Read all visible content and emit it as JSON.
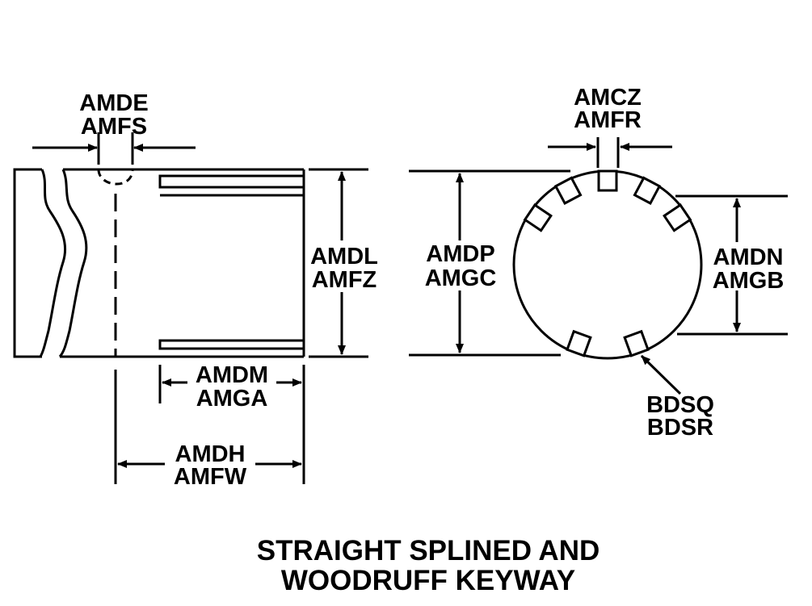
{
  "colors": {
    "ink": "#000000",
    "background": "#ffffff"
  },
  "side_view": {
    "keyway_width": {
      "line1": "AMDE",
      "line2": "AMFS"
    },
    "shaft_diameter": {
      "line1": "AMDL",
      "line2": "AMFZ"
    },
    "spline_length": {
      "line1": "AMDM",
      "line2": "AMGA"
    },
    "keyway_location": {
      "line1": "AMDH",
      "line2": "AMFW"
    }
  },
  "end_view": {
    "spline_width": {
      "line1": "AMCZ",
      "line2": "AMFR"
    },
    "major_diameter": {
      "line1": "AMDP",
      "line2": "AMGC"
    },
    "minor_diameter": {
      "line1": "AMDN",
      "line2": "AMGB"
    },
    "spline_count": {
      "line1": "BDSQ",
      "line2": "BDSR"
    }
  },
  "title": {
    "line1": "STRAIGHT SPLINED AND",
    "line2": "WOODRUFF KEYWAY"
  }
}
